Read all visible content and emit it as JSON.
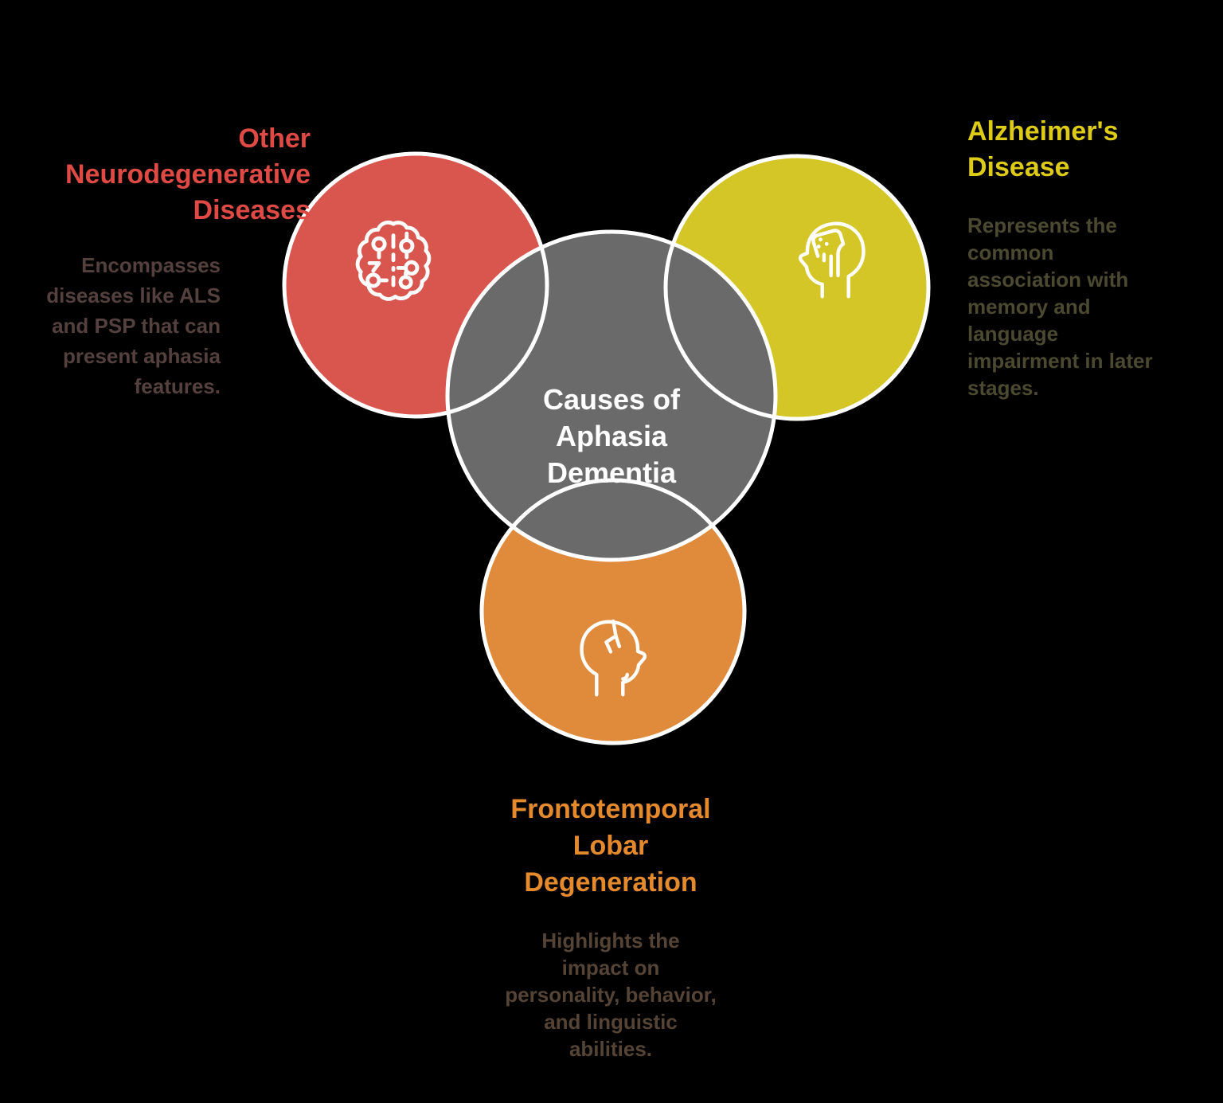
{
  "colors": {
    "background": "#000000",
    "circle_red": "#D9564F",
    "circle_yellow": "#D5C628",
    "circle_orange": "#E08A3C",
    "circle_gray": "#6A6A6A",
    "circle_outline": "#FFFFFF",
    "title_red": "#E04A44",
    "title_yellow": "#DECB17",
    "title_orange": "#E48A2C",
    "desc_red_muted": "#54403D",
    "desc_olive": "#4B4930",
    "desc_brown": "#554435",
    "center_text": "#FFFFFF"
  },
  "center": {
    "label": "Causes of\nAphasia\nDementia"
  },
  "nodes": {
    "other": {
      "title": "Other\nNeurodegenerative\nDiseases",
      "description": "Encompasses\ndiseases like ALS\nand PSP that can\npresent aphasia\nfeatures.",
      "icon": "brain-circuit-icon"
    },
    "alzheimers": {
      "title": "Alzheimer's\nDisease",
      "description": "Represents the\ncommon\nassociation with\nmemory and\nlanguage\nimpairment in later\nstages.",
      "icon": "alzheimers-head-icon"
    },
    "ftld": {
      "title": "Frontotemporal\nLobar\nDegeneration",
      "description": "Highlights the\nimpact on\npersonality, behavior,\nand linguistic\nabilities.",
      "icon": "head-crack-icon"
    }
  }
}
